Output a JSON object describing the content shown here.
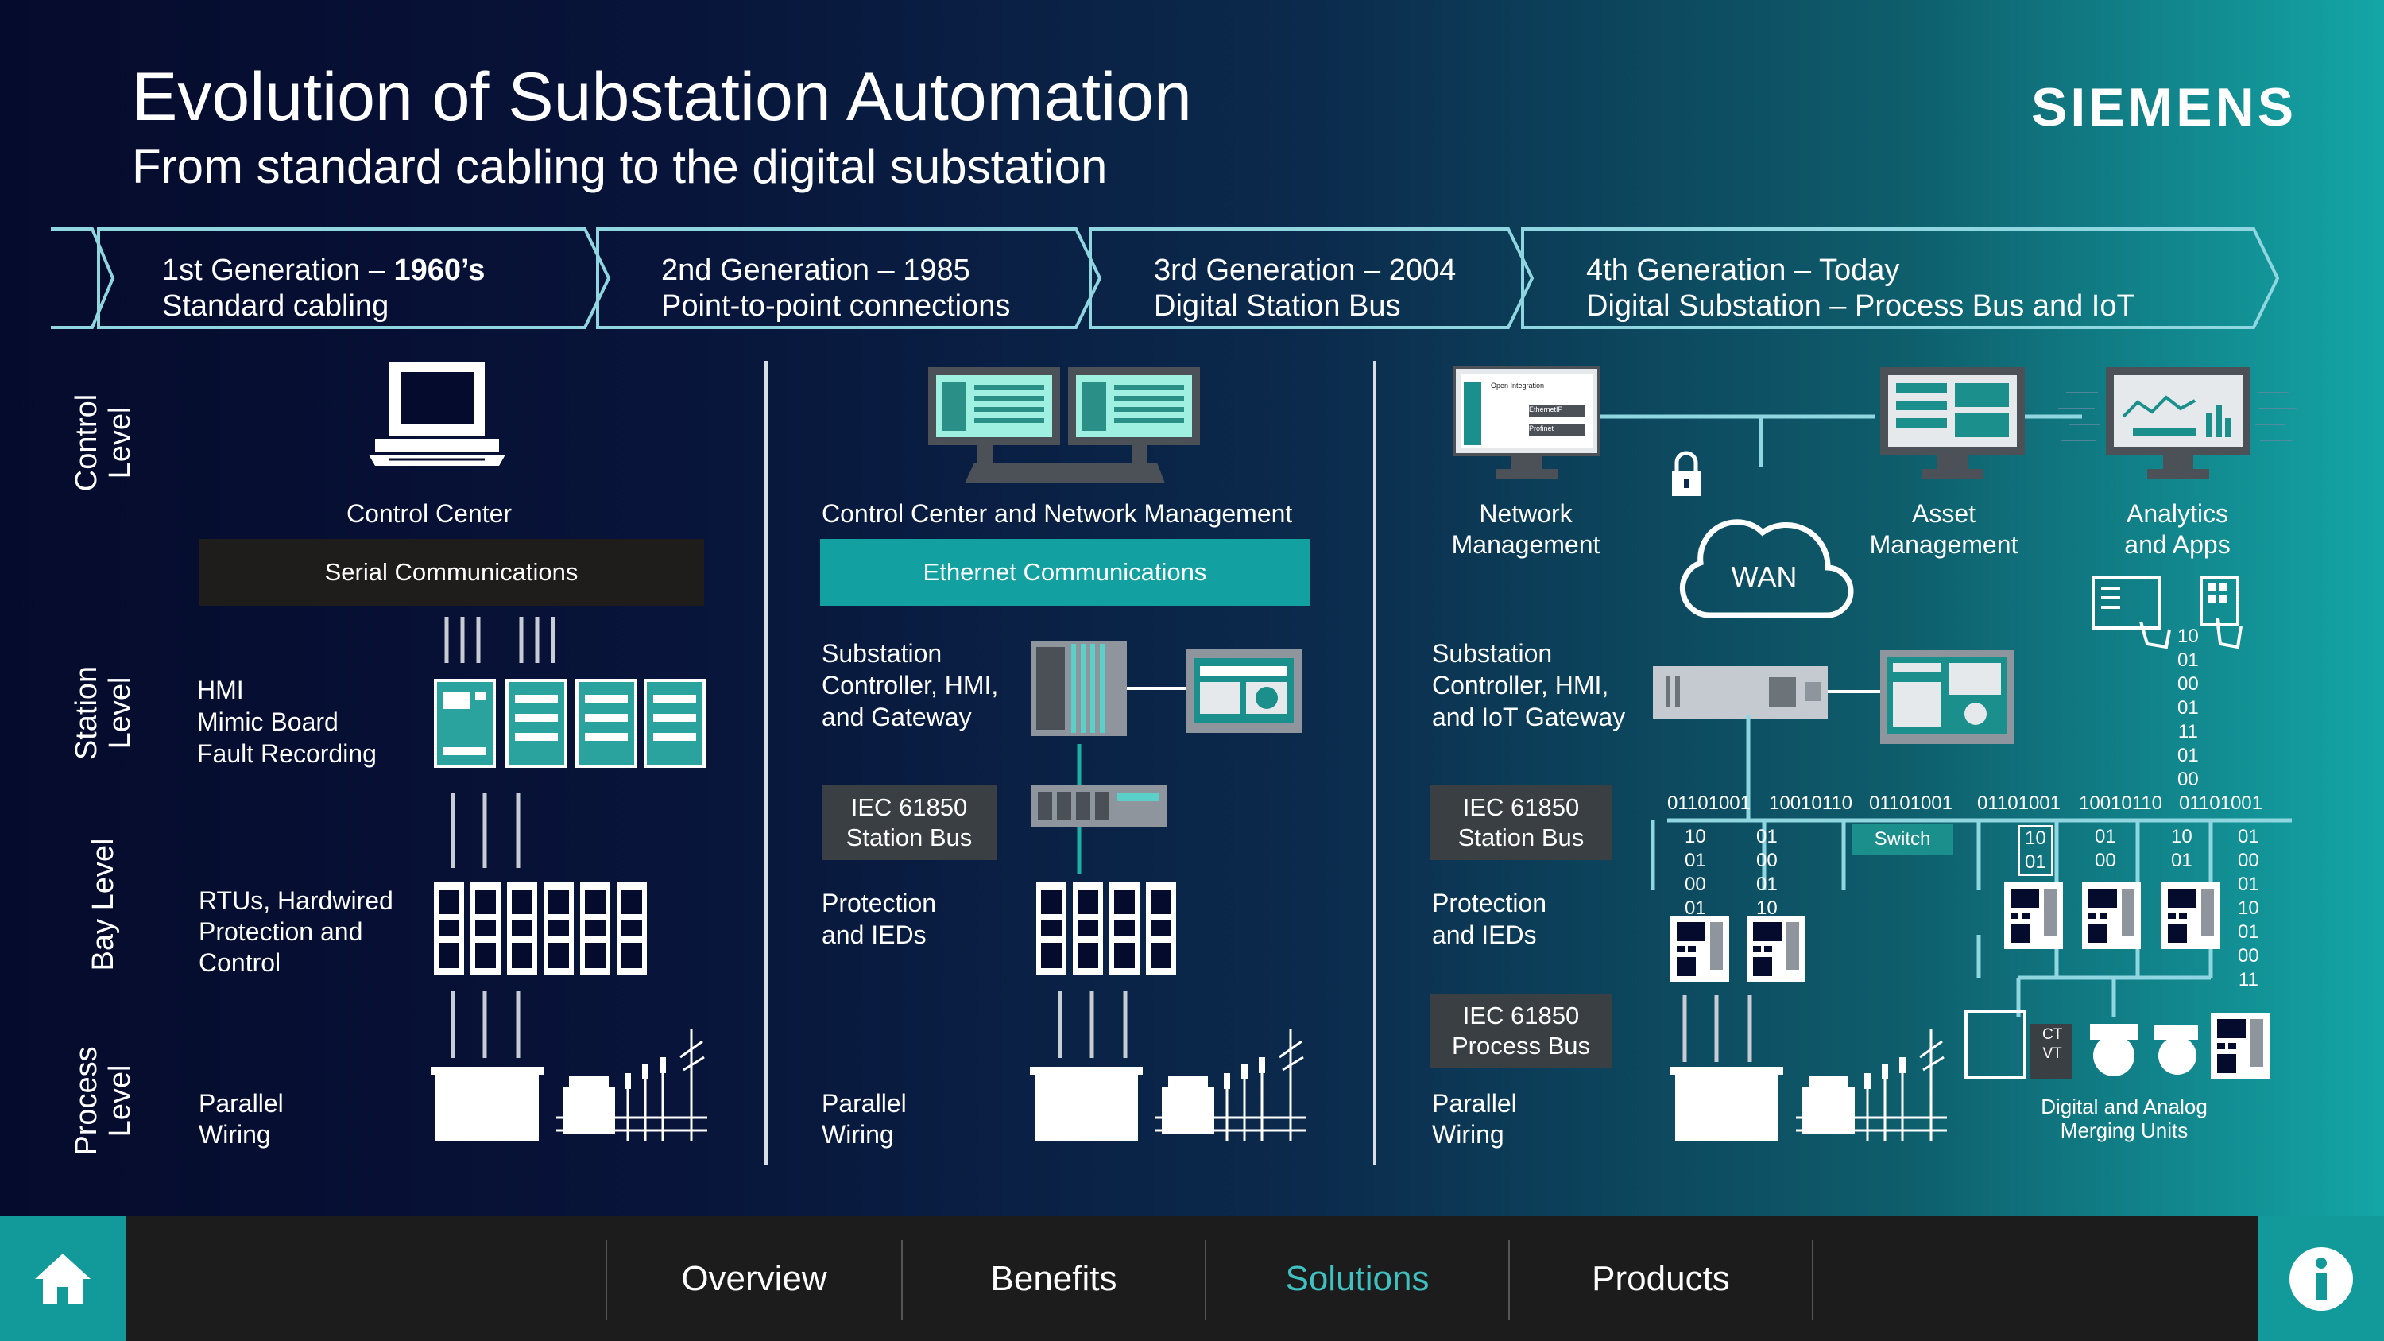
{
  "header": {
    "title": "Evolution of Substation Automation",
    "subtitle": "From standard cabling to the digital substation",
    "logo": "SIEMENS"
  },
  "generations": [
    {
      "line1_a": "1st Generation – ",
      "line1_b": "1960’s",
      "line2": "Standard cabling"
    },
    {
      "line1": "2nd Generation – 1985",
      "line2": "Point-to-point connections"
    },
    {
      "line1": "3rd Generation – 2004",
      "line2": "Digital Station Bus"
    },
    {
      "line1": "4th Generation – Today",
      "line2": "Digital Substation – Process Bus and IoT"
    }
  ],
  "levels": {
    "control": "Control Level",
    "station": "Station Level",
    "bay": "Bay Level",
    "process": "Process Level"
  },
  "col1": {
    "control_center": "Control Center",
    "serial_comm": "Serial Communications",
    "hmi": "HMI",
    "mimic": "Mimic Board",
    "fault": "Fault Recording",
    "rtu1": "RTUs, Hardwired",
    "rtu2": "Protection and",
    "rtu3": "Control",
    "wiring1": "Parallel",
    "wiring2": "Wiring"
  },
  "col2": {
    "control_center": "Control Center and Network Management",
    "ethernet_comm": "Ethernet Communications",
    "sub1": "Substation",
    "sub2": "Controller, HMI,",
    "sub3": "and Gateway",
    "iec1": "IEC 61850",
    "iec2": "Station Bus",
    "prot1": "Protection",
    "prot2": "and IEDs",
    "wiring1": "Parallel",
    "wiring2": "Wiring"
  },
  "col3": {
    "net1": "Network",
    "net2": "Management",
    "wan": "WAN",
    "asset1": "Asset",
    "asset2": "Management",
    "anal1": "Analytics",
    "anal2": "and Apps",
    "sub1": "Substation",
    "sub2": "Controller, HMI,",
    "sub3": "and IoT Gateway",
    "iec1": "IEC 61850",
    "iec2": "Station Bus",
    "prot1": "Protection",
    "prot2": "and IEDs",
    "pb1": "IEC 61850",
    "pb2": "Process Bus",
    "wiring1": "Parallel",
    "wiring2": "Wiring",
    "switch": "Switch",
    "merge1": "Digital and Analog",
    "merge2": "Merging Units",
    "ct": "CT",
    "vt": "VT",
    "screen_title": "Open Integration",
    "screen_ethernet": "EthernetIP",
    "screen_profinet": "Profinet",
    "bus_bits": [
      "01101001",
      "10010110",
      "01101001",
      "01101001",
      "10010110",
      "01101001"
    ],
    "bits_col_a": "10\n01\n00\n01",
    "bits_col_b": "01\n00\n01\n10",
    "bits_col_c": "10\n01",
    "bits_col_d": "01\n00",
    "bits_col_e": "10\n01",
    "bits_col_f": "01\n00\n01\n10\n01\n00\n11",
    "bits_vertical": "10\n01\n00\n01\n11\n01\n00"
  },
  "nav": {
    "items": [
      "Overview",
      "Benefits",
      "Solutions",
      "Products"
    ],
    "active": "Solutions",
    "active_color": "#3fc1c1"
  },
  "colors": {
    "accent": "#13a0a0",
    "serial_box": "#1e1d1c",
    "iec_box": "#3a3f44"
  }
}
